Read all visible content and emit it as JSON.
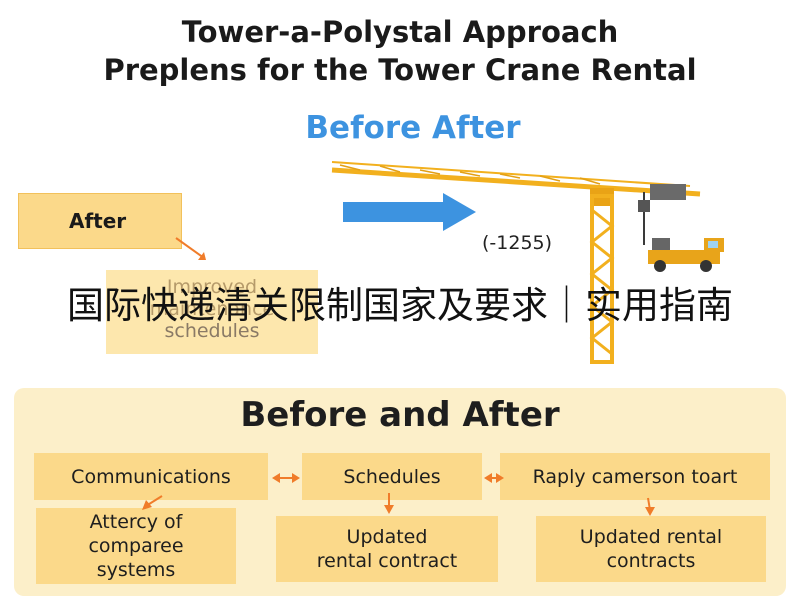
{
  "title_line1": "Tower-a-Polystal Approach",
  "title_line2": "Preplens for the Tower Crane Rental",
  "subtitle": "Before After",
  "after_box": {
    "label": "After"
  },
  "improved_box": {
    "line1": "Improved",
    "line2": "maintenance",
    "line3": "schedules"
  },
  "ratio_label": "(-1255)",
  "overlay_caption": "国际快递清关限制国家及要求｜实用指南",
  "panel": {
    "title": "Before and After",
    "row1": [
      "Communications",
      "Schedules",
      "Raply camerson toart"
    ],
    "row2": [
      {
        "line1": "Attercy of",
        "line2": "comparee",
        "line3": "systems"
      },
      {
        "line1": "Updated",
        "line2": "rental contract"
      },
      {
        "line1": "Updated rental",
        "line2": "contracts"
      }
    ]
  },
  "colors": {
    "title_text": "#1a1a1a",
    "subtitle_blue": "#3d93e0",
    "box_fill": "#fbd98a",
    "panel_fill": "#fcefc9",
    "arrow_orange": "#f07c2a",
    "crane_yellow": "#f2b01e"
  },
  "icons": [
    "right-arrow-icon",
    "tower-crane-icon",
    "truck-icon"
  ]
}
